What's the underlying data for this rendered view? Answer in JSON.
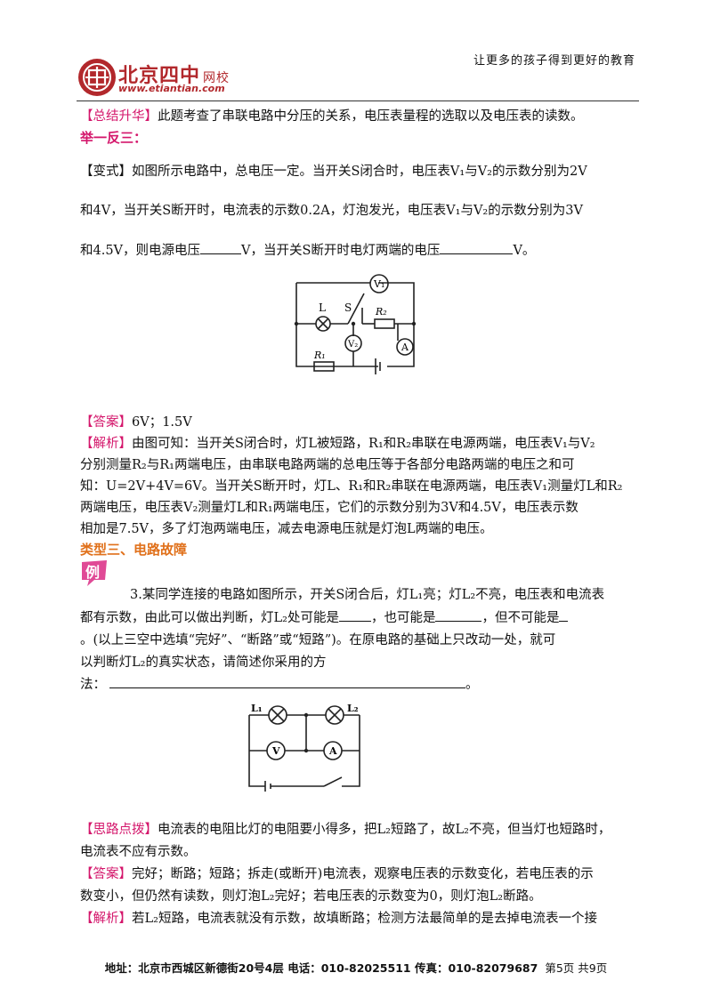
{
  "header": {
    "slogan": "让更多的孩子得到更好的教育",
    "logo_name": "北京四中",
    "logo_suffix": "网校",
    "logo_url": "www.etiantian.com"
  },
  "summary": {
    "tag": "【总结升华】",
    "text": "此题考查了串联电路中分压的关系，电压表量程的选取以及电压表的读数。"
  },
  "practice_heading": "举一反三：",
  "variant": {
    "lines": [
      "【变式】如图所示电路中，总电压一定。当开关S闭合时，电压表V₁与V₂的示数分别为2V",
      "和4V，当开关S断开时，电流表的示数0.2A，灯泡发光，电压表V₁与V₂的示数分别为3V",
      "和4.5V，则电源电压"
    ],
    "line3_mid": "V，当开关S断开时电灯两端的电压",
    "line3_end": "V。"
  },
  "circuit1": {
    "labels": [
      "V₁",
      "L",
      "S",
      "R₂",
      "V₂",
      "A",
      "R₁"
    ]
  },
  "answer1": {
    "tag": "【答案】",
    "text": "6V；1.5V"
  },
  "analysis1": {
    "tag": "【解析】",
    "lines": [
      "由图可知：当开关S闭合时，灯L被短路，R₁和R₂串联在电源两端，电压表V₁与V₂",
      "分别测量R₂与R₁两端电压，由串联电路两端的总电压等于各部分电路两端的电压之和可",
      "知：U=2V+4V=6V。当开关S断开时，灯L、R₁和R₂串联在电源两端，电压表V₁测量灯L和R₂",
      "两端电压，电压表V₂测量灯L和R₁两端电压，它们的示数分别为3V和4.5V，电压表示数",
      "相加是7.5V，多了灯泡两端电压，减去电源电压就是灯泡L两端的电压。"
    ]
  },
  "type3_heading": "类型三、电路故障",
  "example_badge": "例",
  "example3": {
    "line1": "3.某同学连接的电路如图所示，开关S闭合后，灯L₁亮；灯L₂不亮，电压表和电流表",
    "line2_a": "都有示数，由此可以做出判断，灯L₂处可能是",
    "line2_b": "，也可能是",
    "line2_c": "，但不可能是",
    "line3": "。(以上三空中选填“完好”、“断路”或“短路”)。在原电路的基础上只改动一处，就可",
    "line4": "以判断灯L₂的真实状态，请简述你采用的方",
    "line5": "法：",
    "line5_end": "。"
  },
  "circuit2": {
    "labels": [
      "L₁",
      "L₂",
      "V",
      "A"
    ]
  },
  "hint": {
    "tag": "【思路点拨】",
    "line1": "电流表的电阻比灯的电阻要小得多，把L₂短路了，故L₂不亮，但当灯也短路时，",
    "line2": "电流表不应有示数。"
  },
  "answer3": {
    "tag": "【答案】",
    "line1": "完好；断路；短路；拆走(或断开)电流表，观察电压表的示数变化，若电压表的示",
    "line2": "数变小，但仍然有读数，则灯泡L₂完好；若电压表的示数变为0，则灯泡L₂断路。"
  },
  "analysis3": {
    "tag": "【解析】",
    "text": "若L₂短路，电流表就没有示数，故填断路；检测方法最简单的是去掉电流表一个接"
  },
  "footer": {
    "address": "地址：北京市西城区新德街20号4层  电话：010-82025511  传真：010-82079687",
    "page": "第5页  共9页"
  },
  "colors": {
    "tag": "#d4166b",
    "heading_orange": "#e0701a",
    "logo_red": "#b2282c"
  }
}
